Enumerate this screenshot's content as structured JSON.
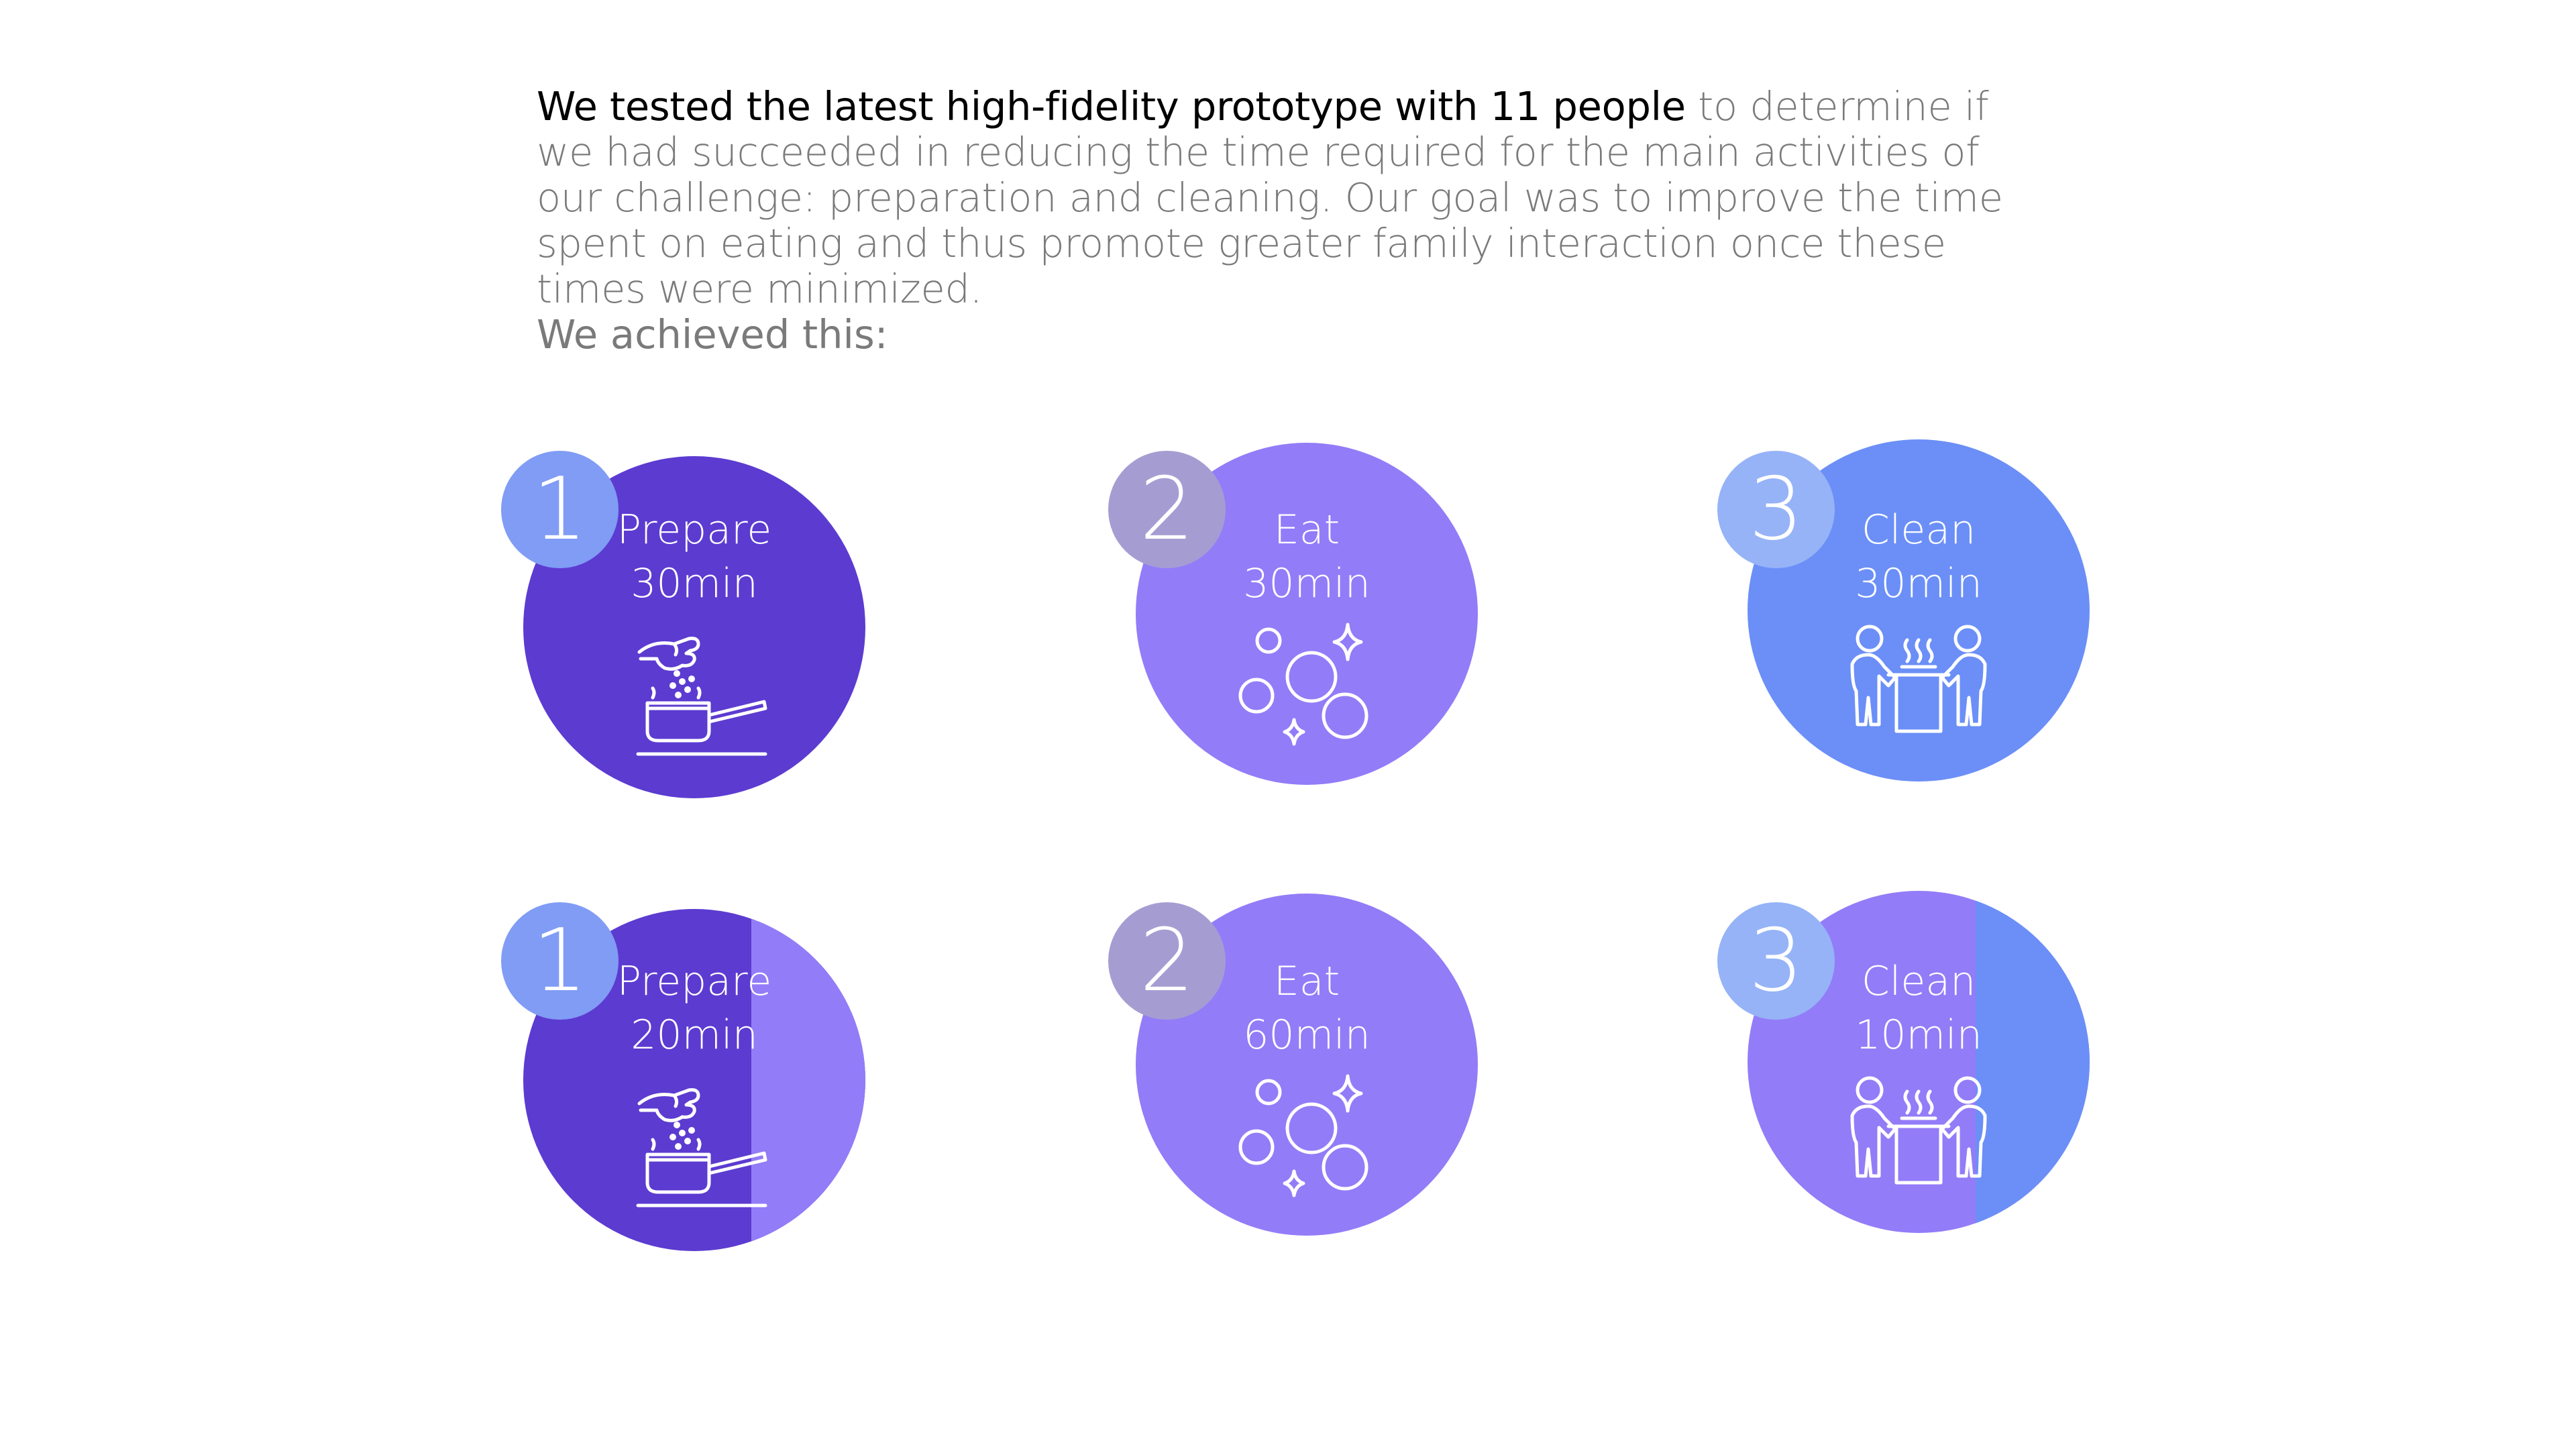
{
  "intro": {
    "lead": "We tested the latest high-fidelity prototype with 11 people",
    "rest": " to determine if we had succeeded in reducing the time required for the main activities of our challenge: preparation and cleaning. Our goal was to improve the time spent on eating and thus promote greater family interaction once these times were minimized.",
    "achieved": "We achieved this:"
  },
  "colors": {
    "prepare": "#5c3bd1",
    "eat": "#937cf8",
    "clean": "#6b8ff7",
    "badge1": "#809cf5",
    "badge2": "#a59dd2",
    "badge3": "#96b3f7"
  },
  "before": [
    {
      "number": "1",
      "title": "Prepare",
      "time": "30min",
      "icon": "cooking-pot-icon"
    },
    {
      "number": "2",
      "title": "Eat",
      "time": "30min",
      "icon": "bubbles-icon"
    },
    {
      "number": "3",
      "title": "Clean",
      "time": "30min",
      "icon": "family-table-icon"
    }
  ],
  "after": [
    {
      "number": "1",
      "title": "Prepare",
      "time": "20min",
      "icon": "cooking-pot-icon"
    },
    {
      "number": "2",
      "title": "Eat",
      "time": "60min",
      "icon": "bubbles-icon"
    },
    {
      "number": "3",
      "title": "Clean",
      "time": "10min",
      "icon": "family-table-icon"
    }
  ]
}
